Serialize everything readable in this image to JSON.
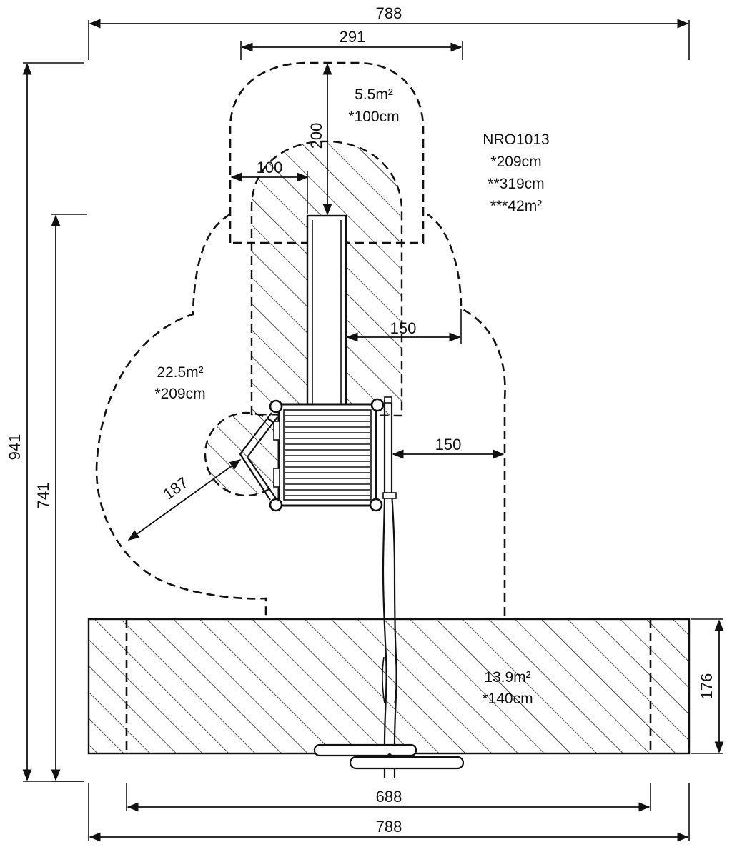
{
  "dimensions": {
    "top_total": "788",
    "top_slide": "291",
    "left_total": "941",
    "left_inner": "741",
    "right_swing": "176",
    "bottom_inner": "688",
    "bottom_total": "788",
    "slide_offset": "100",
    "slide_exit": "200",
    "side_upper": "150",
    "side_lower": "150",
    "radius": "187"
  },
  "zones": {
    "slide_area": "5.5m²",
    "slide_height": "*100cm",
    "main_area": "22.5m²",
    "main_height": "*209cm",
    "swing_area": "13.9m²",
    "swing_height": "*140cm"
  },
  "product": {
    "code": "NRO1013",
    "height": "*209cm",
    "fall_height": "**319cm",
    "total_area": "***42m²"
  }
}
